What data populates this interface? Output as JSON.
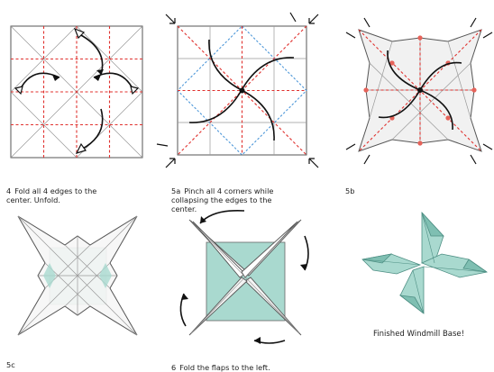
{
  "steps": [
    {
      "id": "4",
      "number": "4",
      "text": "Fold all 4 edges to the\ncenter. Unfold."
    },
    {
      "id": "5a",
      "number": "5a",
      "text": "Pinch all 4 corners while\ncollapsing the edges to the\ncenter."
    },
    {
      "id": "5b",
      "number": "5b",
      "text": ""
    },
    {
      "id": "5c",
      "number": "5c",
      "text": ""
    },
    {
      "id": "6",
      "number": "6",
      "text": "Fold the flaps to the left."
    }
  ],
  "final_caption": "Finished Windmill Base!",
  "colors": {
    "line": "#555555",
    "crease_valley": "#e0312e",
    "crease_mountain_blue": "#3f8fd6",
    "paper": "#ffffff",
    "paper_shade": "#efefef",
    "teal": "#a9d9cf",
    "teal_dark": "#7fbfb2",
    "pinch_dot": "#e6635a"
  },
  "icons": [
    "curved-arrow-icon",
    "corner-pinch-arrow-icon",
    "valley-fold-arrow-icon"
  ]
}
